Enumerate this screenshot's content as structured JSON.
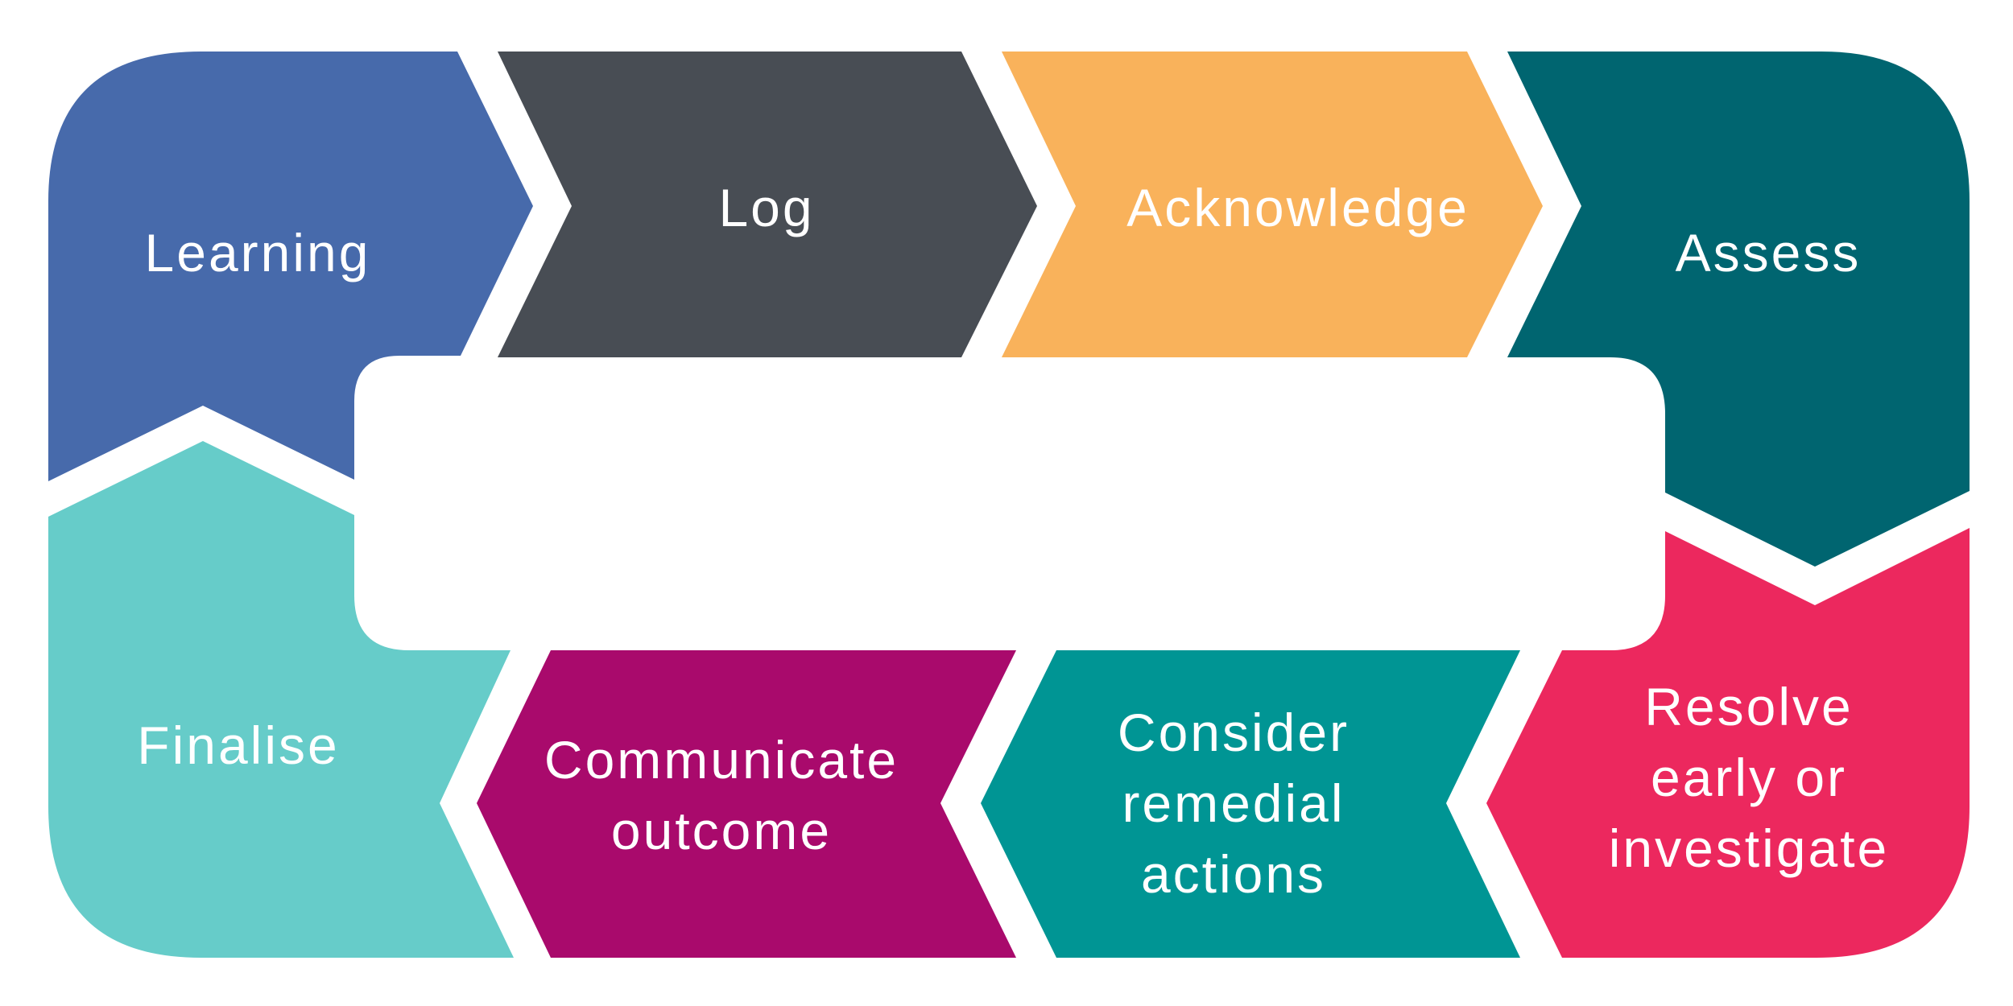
{
  "diagram": {
    "background_color": "#ffffff",
    "steps": [
      {
        "id": "learning",
        "label": "Learning",
        "color": "#476AAB"
      },
      {
        "id": "log",
        "label": "Log",
        "color": "#484D54"
      },
      {
        "id": "acknowledge",
        "label": "Acknowledge",
        "color": "#F9B25B"
      },
      {
        "id": "assess",
        "label": "Assess",
        "color": "#006570"
      },
      {
        "id": "resolve",
        "label": "Resolve\nearly or\ninvestigate",
        "color": "#EC285E"
      },
      {
        "id": "remedial",
        "label": "Consider\nremedial\nactions",
        "color": "#009594"
      },
      {
        "id": "communicate",
        "label": "Communicate\noutcome",
        "color": "#A90A6C"
      },
      {
        "id": "finalise",
        "label": "Finalise",
        "color": "#66CCC9"
      }
    ]
  }
}
